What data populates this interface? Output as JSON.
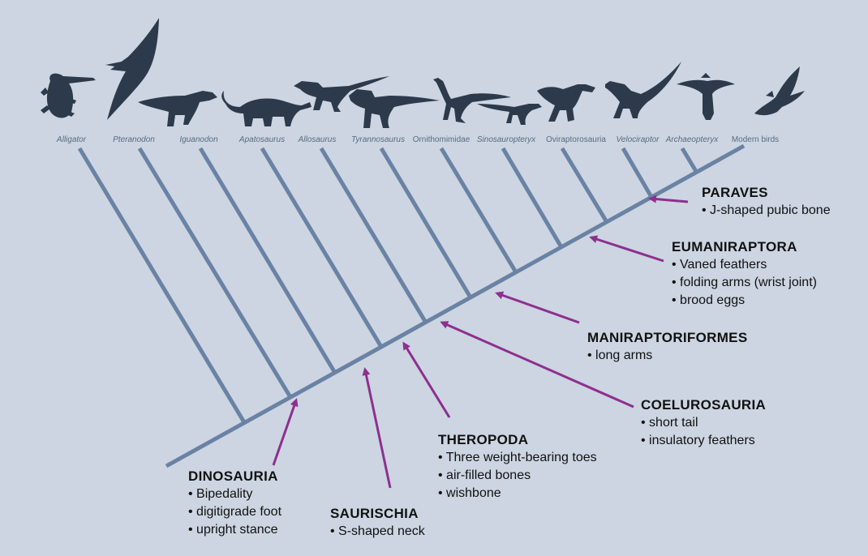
{
  "colors": {
    "background": "#ccd5e1",
    "tree": "#6a82a3",
    "arrow": "#8e2f8f",
    "silhouette": "#2d3a4b",
    "taxon_text": "#5a6b80"
  },
  "taxa": [
    {
      "name": "Alligator",
      "italic": true,
      "icon": "alligator-icon"
    },
    {
      "name": "Pteranodon",
      "italic": true,
      "icon": "pteranodon-icon"
    },
    {
      "name": "Iguanodon",
      "italic": true,
      "icon": "iguanodon-icon"
    },
    {
      "name": "Apatosaurus",
      "italic": true,
      "icon": "apatosaurus-icon"
    },
    {
      "name": "Allosaurus",
      "italic": true,
      "icon": "allosaurus-icon"
    },
    {
      "name": "Tyrannosaurus",
      "italic": true,
      "icon": "tyrannosaurus-icon"
    },
    {
      "name": "Ornithomimidae",
      "italic": false,
      "icon": "ornithomimid-icon"
    },
    {
      "name": "Sinosauropteryx",
      "italic": true,
      "icon": "sinosauropteryx-icon"
    },
    {
      "name": "Oviraptorosauria",
      "italic": false,
      "icon": "oviraptor-icon"
    },
    {
      "name": "Velociraptor",
      "italic": true,
      "icon": "velociraptor-icon"
    },
    {
      "name": "Archaeopteryx",
      "italic": true,
      "icon": "archaeopteryx-icon"
    },
    {
      "name": "Modern birds",
      "italic": false,
      "icon": "bird-icon"
    }
  ],
  "clades": [
    {
      "id": "dinosauria",
      "title": "DINOSAURIA",
      "traits": [
        "• Bipedality",
        "• digitigrade foot",
        "• upright stance"
      ]
    },
    {
      "id": "saurischia",
      "title": "SAURISCHIA",
      "traits": [
        "• S-shaped neck"
      ]
    },
    {
      "id": "theropoda",
      "title": "THEROPODA",
      "traits": [
        "• Three weight-bearing toes",
        "• air-filled bones",
        "• wishbone"
      ]
    },
    {
      "id": "coelurosauria",
      "title": "COELUROSAURIA",
      "traits": [
        "• short tail",
        "• insulatory feathers"
      ]
    },
    {
      "id": "maniraptoriformes",
      "title": "MANIRAPTORIFORMES",
      "traits": [
        "• long  arms"
      ]
    },
    {
      "id": "eumaniraptora",
      "title": "EUMANIRAPTORA",
      "traits": [
        "• Vaned feathers",
        "• folding arms (wrist joint)",
        "• brood eggs"
      ]
    },
    {
      "id": "paraves",
      "title": "PARAVES",
      "traits": [
        "• J-shaped pubic bone"
      ]
    }
  ]
}
